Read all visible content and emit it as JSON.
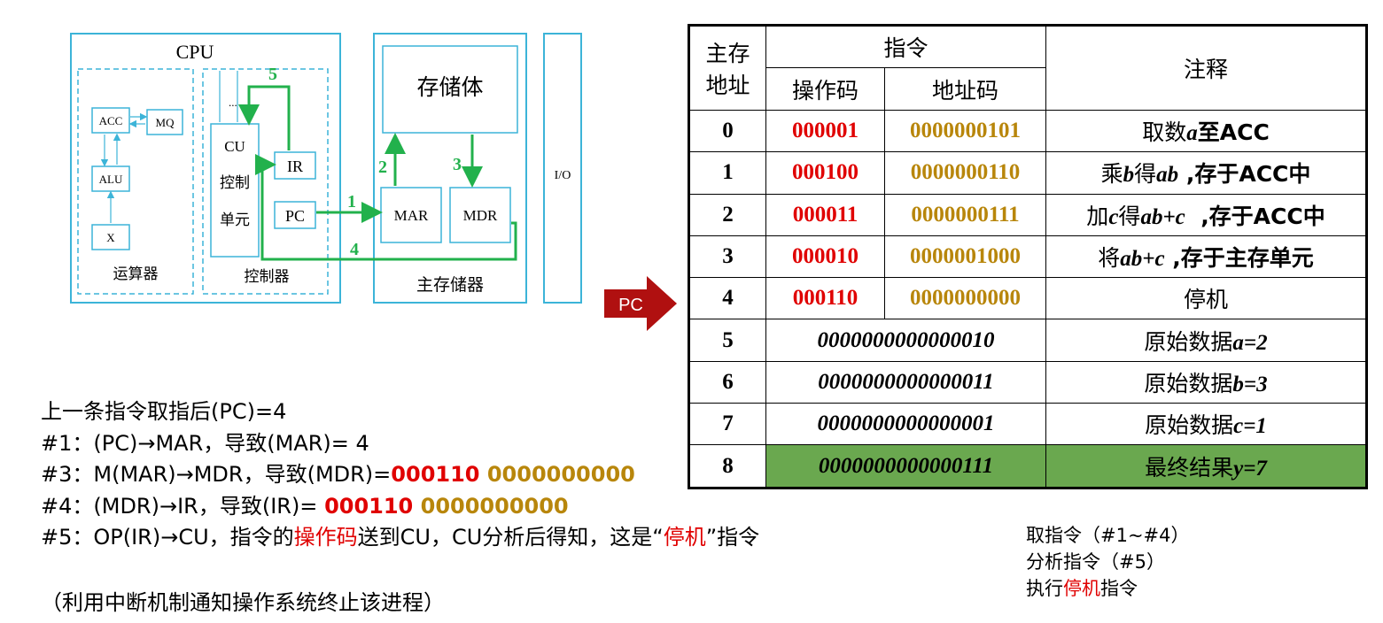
{
  "diagram": {
    "cpu": "CPU",
    "acc": "ACC",
    "mq": "MQ",
    "alu": "ALU",
    "x": "X",
    "alu_group": "运算器",
    "cu": "CU",
    "cu_line2": "控制",
    "cu_line3": "单元",
    "ir": "IR",
    "pc": "PC",
    "controller": "控制器",
    "dots": "...",
    "storage_body": "存储体",
    "mar": "MAR",
    "mdr": "MDR",
    "main_memory": "主存储器",
    "io": "I/O",
    "step1": "1",
    "step2": "2",
    "step3": "3",
    "step4": "4",
    "step5": "5"
  },
  "pc_pointer": "PC",
  "table": {
    "col_addr_l1": "主存",
    "col_addr_l2": "地址",
    "col_instr": "指令",
    "col_opcode": "操作码",
    "col_addrcode": "地址码",
    "col_note": "注释",
    "rows": [
      {
        "addr": "0",
        "op": "000001",
        "ad": "0000000101",
        "n1": "取数",
        "v1": "a",
        "n2": "至ACC"
      },
      {
        "addr": "1",
        "op": "000100",
        "ad": "0000000110",
        "n1": "乘",
        "v1": "b",
        "n2": "得",
        "v2": "ab",
        "n3": " ,存于ACC中"
      },
      {
        "addr": "2",
        "op": "000011",
        "ad": "0000000111",
        "n1": "加",
        "v1": "c",
        "n2": "得",
        "v2": "ab+c",
        "n3": "  ,存于ACC中"
      },
      {
        "addr": "3",
        "op": "000010",
        "ad": "0000001000",
        "n1": "将",
        "v1": "ab+c",
        "n2": " ,存于主存单元"
      },
      {
        "addr": "4",
        "op": "000110",
        "ad": "0000000000",
        "n1": "停机"
      },
      {
        "addr": "5",
        "data": "0000000000000010",
        "n1": "原始数据",
        "v1": "a=2"
      },
      {
        "addr": "6",
        "data": "0000000000000011",
        "n1": "原始数据",
        "v1": "b=3"
      },
      {
        "addr": "7",
        "data": "0000000000000001",
        "n1": "原始数据",
        "v1": "c=1"
      },
      {
        "addr": "8",
        "data": "0000000000000111",
        "n1": "最终结果",
        "v1": "y=7"
      }
    ]
  },
  "steps": {
    "l0": "上一条指令取指后(PC)=4",
    "l1a": "#1：(PC)→MAR，导致(MAR)= ",
    "l1b": "4",
    "l2a": "#3：M(MAR)→MDR，导致(MDR)=",
    "l2op": "000110",
    "l2ad": " 0000000000",
    "l3a": "#4：(MDR)→IR，导致(IR)= ",
    "l3op": "000110",
    "l3ad": " 0000000000",
    "l4a": "#5：OP(IR)→CU，指令的",
    "l4r": "操作码",
    "l4b": "送到CU，CU分析后得知，这是“",
    "l4r2": "停机",
    "l4c": "”指令"
  },
  "note_bottom": "（利用中断机制通知操作系统终止该进程）",
  "phases": {
    "p1": "取指令（#1~#4）",
    "p2": "分析指令（#5）",
    "p3a": "执行",
    "p3r": "停机",
    "p3b": "指令"
  },
  "colors": {
    "cyan": "#3cb4d8",
    "green": "#22b14c",
    "red": "#e00000",
    "gold": "#b8860b",
    "final_bg": "#6aa84f",
    "arrow": "#b01010"
  }
}
